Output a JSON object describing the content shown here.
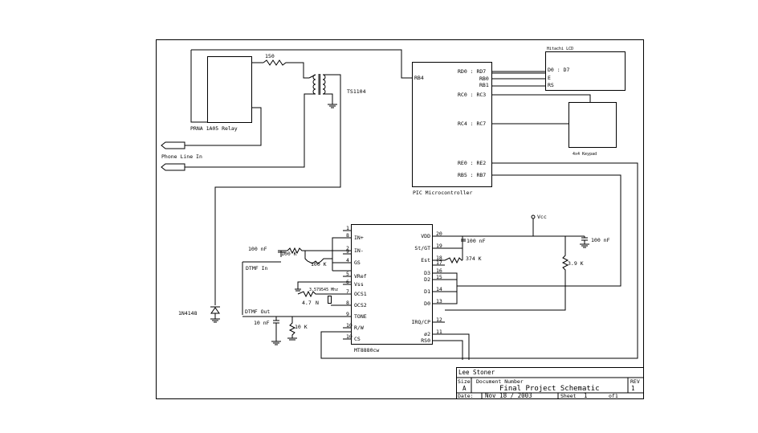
{
  "relay": {
    "label": "PRNA 1A05 Relay"
  },
  "resistors": {
    "r150": "150",
    "r100k_a": "100 K",
    "r100k_b": "100 K",
    "r374k": "374 K",
    "r47": "4.7",
    "r10k": "10 K",
    "r39k": "3.9 K"
  },
  "transformer": {
    "label": "TS1104"
  },
  "phone_line": {
    "label": "Phone Line In"
  },
  "pic": {
    "label": "PIC Microcontroller",
    "pins": [
      "RD0 : RD7",
      "RB0",
      "RB1",
      "RC0 : RC3",
      "RC4 : RC7",
      "RE0 : RE2",
      "RB5 : RB7"
    ],
    "rb4": "RB4"
  },
  "lcd": {
    "label": "Hitachi LCD",
    "pins": [
      "D0 : D7",
      "E",
      "RS"
    ]
  },
  "keypad": {
    "label": "4x4 Keypad"
  },
  "mt": {
    "label": "MT8880cw",
    "left_pins": [
      {
        "num": "1",
        "name": ""
      },
      {
        "num": "8",
        "name": "IN+"
      },
      {
        "num": "2",
        "name": "IN-"
      },
      {
        "num": "9",
        "name": ""
      },
      {
        "num": "4",
        "name": "GS"
      },
      {
        "num": "5",
        "name": "VRef"
      },
      {
        "num": "6",
        "name": "Vss"
      },
      {
        "num": "7",
        "name": "OCS1"
      },
      {
        "num": "8",
        "name": "OCS2"
      },
      {
        "num": "9",
        "name": "TONE"
      },
      {
        "num": "10",
        "name": "R/W"
      },
      {
        "num": "10",
        "name": "CS"
      }
    ],
    "right_pins": [
      {
        "num": "20",
        "name": "VDD"
      },
      {
        "num": "19",
        "name": "St/GT"
      },
      {
        "num": "18",
        "name": "Est"
      },
      {
        "num": "17",
        "name": ""
      },
      {
        "num": "16",
        "name": "D3"
      },
      {
        "num": "15",
        "name": "D2"
      },
      {
        "num": "14",
        "name": "D1"
      },
      {
        "num": "13",
        "name": "D0"
      },
      {
        "num": "12",
        "name": "IRQ/CP"
      },
      {
        "num": "11",
        "name": "ø2"
      },
      {
        "num": "",
        "name": "RS0"
      }
    ]
  },
  "vcc": {
    "label": "Vcc"
  },
  "caps": {
    "c100nf_a": "100 nF",
    "c100nf_b": "100 nF",
    "c100nf_c": "100 nF",
    "c10nf": "10 nF"
  },
  "crystal": {
    "label": "3.579545 Mhz"
  },
  "dtmf": {
    "in": "DTMF In",
    "out": "DTMF Out"
  },
  "diode": {
    "label": "1N4148"
  },
  "title_block": {
    "author": "Lee Stoner",
    "size_label": "Size",
    "size": "A",
    "doc_label": "Document Number",
    "doc": "Final Project Schematic",
    "rev_label": "REV",
    "rev": "1",
    "date_label": "Date:",
    "date": "Nov 18 / 2003",
    "sheet_label": "Sheet",
    "sheet": "1",
    "of": "of1"
  }
}
